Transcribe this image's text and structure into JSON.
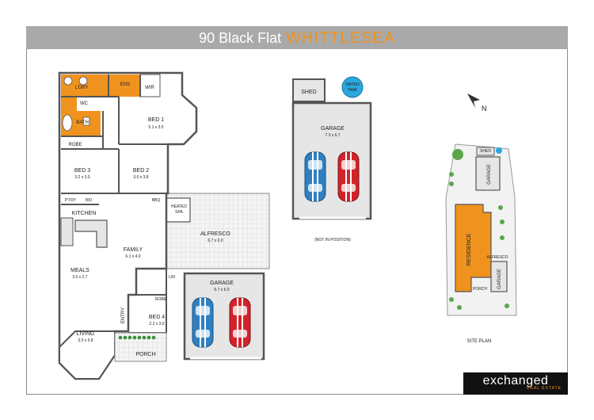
{
  "header": {
    "address": "90 Black Flat",
    "suburb": "WHITTLESEA"
  },
  "floor_plan": {
    "rooms": {
      "ldry": "L'DRY",
      "ens": "ENS",
      "wir": "WIR",
      "wc": "WC",
      "bath": "BATH",
      "robe1": "ROBE",
      "bed1": {
        "name": "BED 1",
        "size": "5.1 x 3.5"
      },
      "bed2": {
        "name": "BED 2",
        "size": "3.0 x 3.8"
      },
      "bed3": {
        "name": "BED 3",
        "size": "3.2 x 3.0"
      },
      "ptry": "P'TRY",
      "wo": "WO",
      "bbq": "BBQ",
      "kitchen": "KITCHEN",
      "family": {
        "name": "FAMILY",
        "size": "6.1 x 4.0"
      },
      "meals": {
        "name": "MEALS",
        "size": "3.0 x 2.7"
      },
      "living": {
        "name": "LIVING",
        "size": "3.5 x 5.8"
      },
      "entry": "ENTRY",
      "robe2": "ROBE",
      "bed4": {
        "name": "BED 4",
        "size": "2.2 x 3.0"
      },
      "lin": "LIN",
      "porch": "PORCH",
      "spa": [
        "HEATED",
        "SPA"
      ],
      "alfresco": {
        "name": "ALFRESCO",
        "size": "6.7 x 6.0"
      },
      "garage": {
        "name": "GARAGE",
        "size": "5.7 x 6.0"
      }
    }
  },
  "shed_plan": {
    "shed": "SHED",
    "water_tank": [
      "WATER",
      "TANK"
    ],
    "garage": {
      "name": "GARAGE",
      "size": "7.3 x 6.7"
    },
    "note": "(NOT IN POSITION)"
  },
  "site_plan": {
    "north": "N",
    "shed": "SHED",
    "garage1": "GARAGE",
    "residence": "RESIDENCE",
    "alfresco": "ALFRESCO",
    "garage2": "GARAGE",
    "porch": "PORCH",
    "caption": "SITE PLAN"
  },
  "brand": {
    "name": "exchanged",
    "tagline": "REAL ESTATE",
    "accent": "#f0931e"
  },
  "colors": {
    "wet_area": "#f0931e",
    "wall": "#555555",
    "floor": "#ffffff",
    "car_blue": "#2f7fc1",
    "car_red": "#d2232a",
    "water_tank": "#29a8e0",
    "site_grass": "#f2f2f2"
  }
}
